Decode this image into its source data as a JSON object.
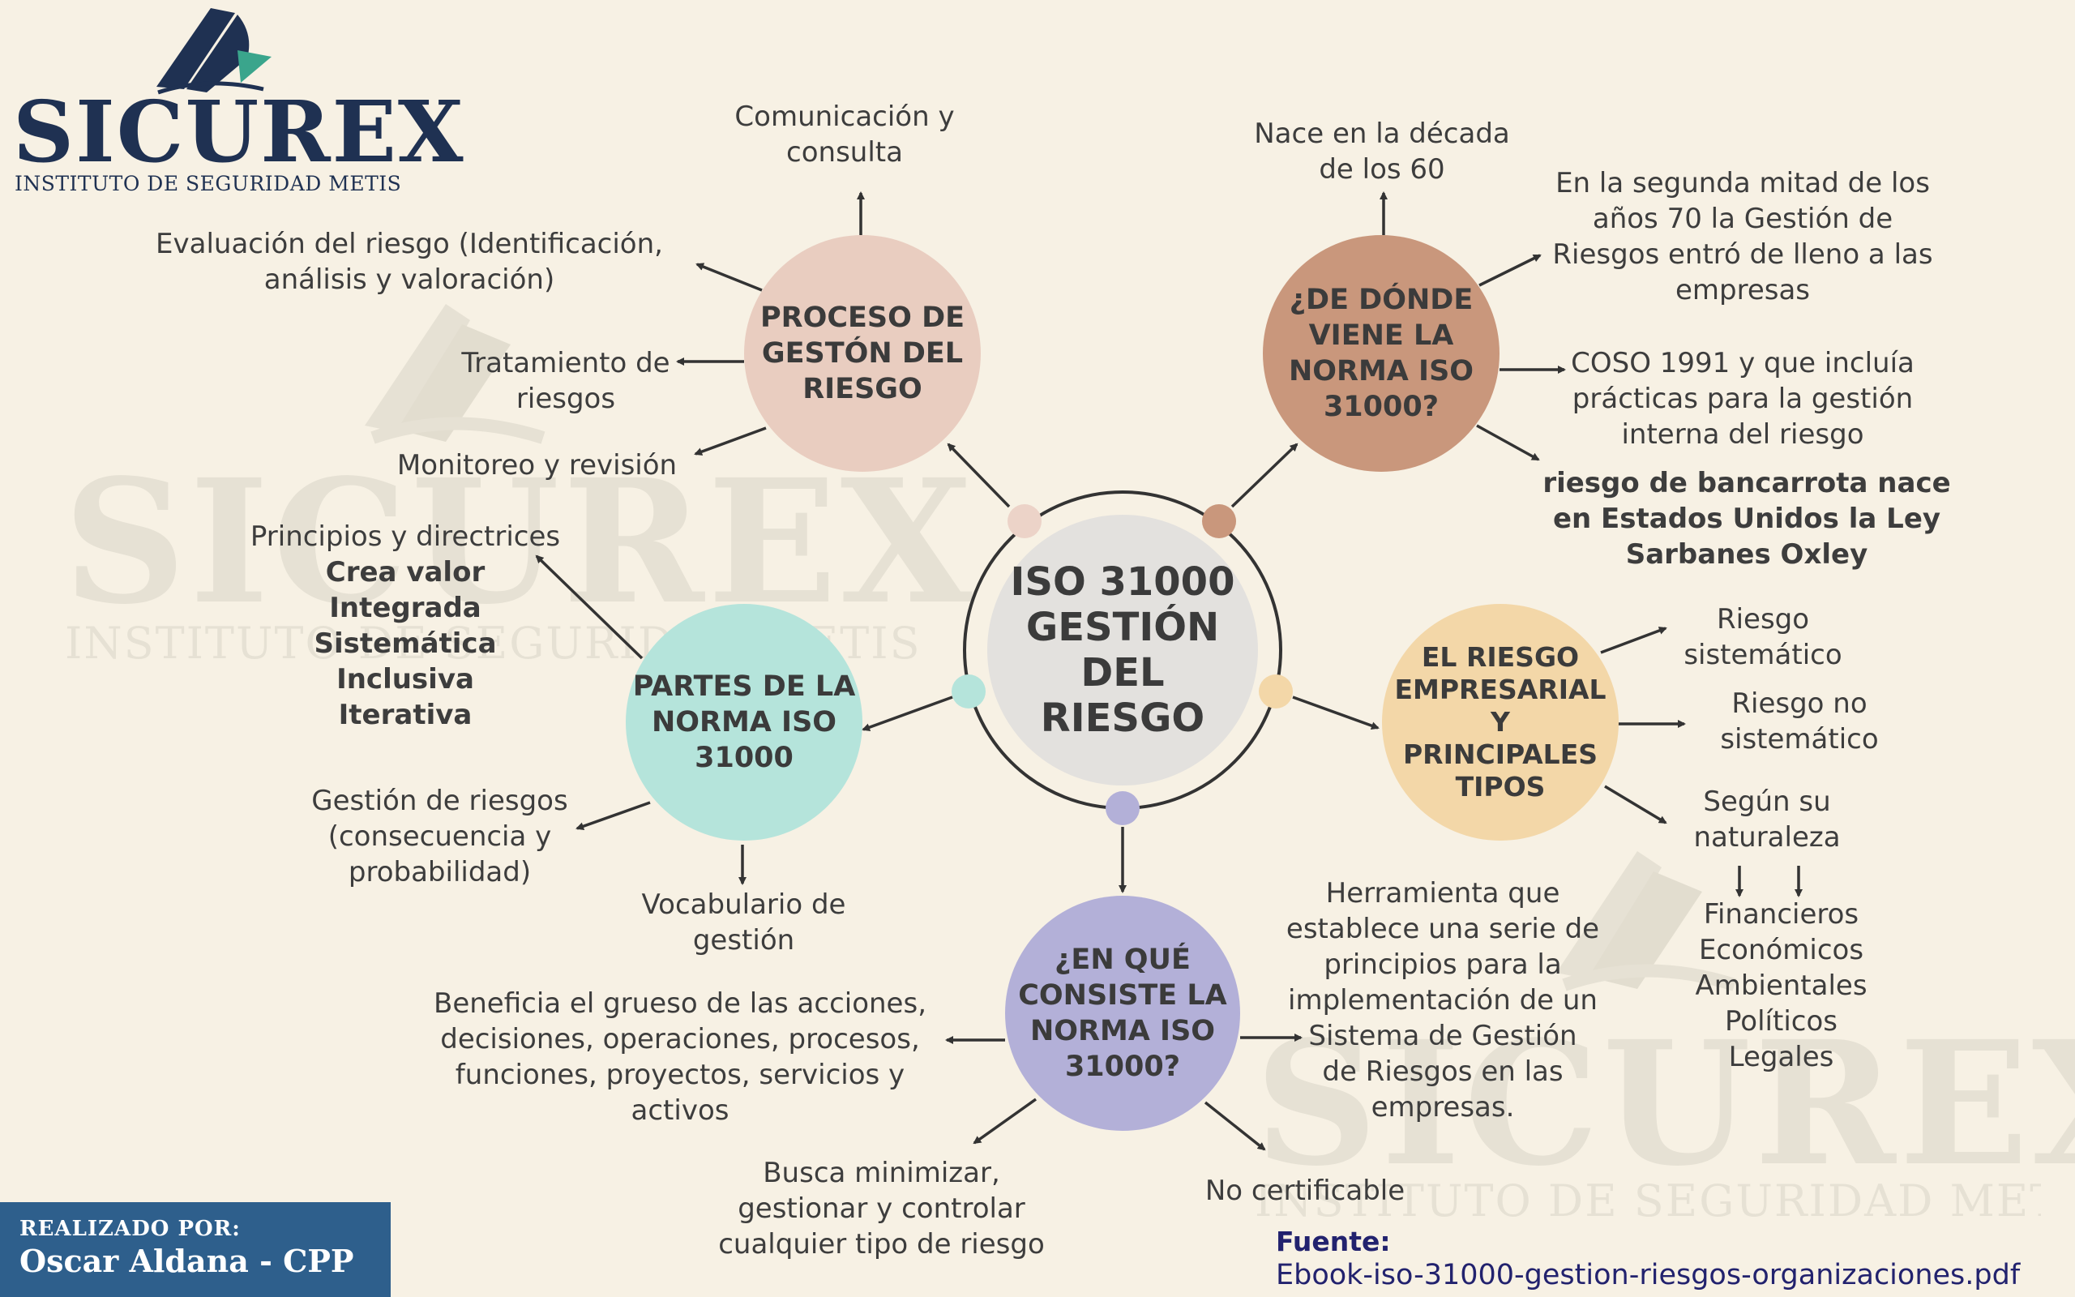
{
  "logo": {
    "name": "SICUREX",
    "subtitle": "INSTITUTO DE SEGURIDAD METIS"
  },
  "watermark": {
    "name": "SICUREX",
    "subtitle": "INSTITUTO DE SEGURIDAD METIS"
  },
  "center": {
    "line1": "ISO 31000",
    "line2": "GESTIÓN DEL",
    "line3": "RIESGO"
  },
  "proceso": {
    "title": [
      "PROCESO DE",
      "GESTÓN DEL",
      "RIESGO"
    ],
    "comunicacion": [
      "Comunicación y",
      "consulta"
    ],
    "evaluacion": [
      "Evaluación del riesgo (Identificación,",
      "análisis y valoración)"
    ],
    "tratamiento": [
      "Tratamiento de",
      "riesgos"
    ],
    "monitoreo": "Monitoreo y revisión"
  },
  "origen": {
    "title": [
      "¿DE DÓNDE",
      "VIENE LA",
      "NORMA ISO",
      "31000?"
    ],
    "decada": [
      "Nace en la década",
      "de los 60"
    ],
    "setenta": [
      "En la segunda mitad de los",
      "años 70 la Gestión de",
      "Riesgos entró de lleno a las",
      "empresas"
    ],
    "coso": [
      "COSO 1991 y que incluía",
      "prácticas para la gestión",
      "interna del riesgo"
    ],
    "sox": [
      "riesgo de bancarrota nace",
      "en Estados Unidos la Ley",
      "Sarbanes Oxley"
    ]
  },
  "partes": {
    "title": [
      "PARTES DE LA",
      "NORMA ISO",
      "31000"
    ],
    "principios": "Principios y directrices",
    "principios_list": [
      "Crea valor",
      "Integrada",
      "Sistemática",
      "Inclusiva",
      "Iterativa"
    ],
    "gestion": [
      "Gestión de riesgos",
      "(consecuencia y",
      "probabilidad)"
    ],
    "vocabulario": [
      "Vocabulario de",
      "gestión"
    ]
  },
  "riesgo": {
    "title": [
      "EL RIESGO",
      "EMPRESARIAL Y",
      "PRINCIPALES",
      "TIPOS"
    ],
    "sistematico": [
      "Riesgo",
      "sistemático"
    ],
    "no_sistematico": [
      "Riesgo no",
      "sistemático"
    ],
    "naturaleza": [
      "Según su",
      "naturaleza"
    ],
    "tipos": [
      "Financieros",
      "Económicos",
      "Ambientales",
      "Políticos",
      "Legales"
    ]
  },
  "consiste": {
    "title": [
      "¿EN QUÉ",
      "CONSISTE LA",
      "NORMA ISO",
      "31000?"
    ],
    "herramienta": [
      "Herramienta que",
      "establece una serie de",
      "principios para la",
      "implementación de un",
      "Sistema de Gestión",
      "de Riesgos en las",
      "empresas."
    ],
    "beneficia": [
      "Beneficia el grueso de las acciones,",
      "decisiones, operaciones, procesos,",
      "funciones, proyectos, servicios y",
      "activos"
    ],
    "busca": [
      "Busca minimizar,",
      "gestionar y controlar",
      "cualquier tipo de riesgo"
    ],
    "certificable": "No certificable"
  },
  "author": {
    "label": "REALIZADO POR:",
    "name": "Oscar Aldana - CPP"
  },
  "source": {
    "label": "Fuente:",
    "url": "Ebook-iso-31000-gestion-riesgos-organizaciones.pdf"
  },
  "colors": {
    "background": "#f7f1e4",
    "proceso": "#e9cdc0",
    "origen": "#c9977c",
    "partes": "#b5e4db",
    "riesgo": "#f3d7a8",
    "consiste": "#b3b0d8",
    "center": "#e3e1de",
    "logo": "#1f3152",
    "author_bg": "#2e5f8c",
    "source_text": "#22226e"
  }
}
